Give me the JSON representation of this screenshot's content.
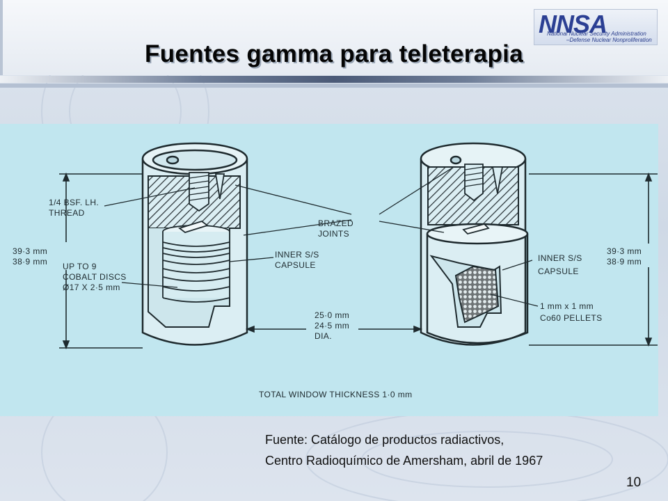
{
  "slide": {
    "title": "Fuentes gamma para teleterapia",
    "page_number": "10"
  },
  "logo": {
    "mark": "NNSA",
    "line1": "National Nuclear Security Administration",
    "line2": "–Defense Nuclear Nonproliferation"
  },
  "figure": {
    "labels": {
      "thread_1": "1/4 BSF. LH.",
      "thread_2": "THREAD",
      "left_height_1": "39·3 mm",
      "left_height_2": "38·9 mm",
      "discs_1": "UP TO 9",
      "discs_2": "COBALT DISCS",
      "discs_3": "Ø17 X 2·5 mm",
      "brazed_1": "BRAZED",
      "brazed_2": "JOINTS",
      "inner_left_1": "INNER S/S",
      "inner_left_2": "CAPSULE",
      "inner_right_1": "INNER S/S",
      "inner_right_2": "CAPSULE",
      "right_height_1": "39·3 mm",
      "right_height_2": "38·9 mm",
      "pellets_1": "1 mm x 1 mm",
      "pellets_2": "Co60 PELLETS",
      "dia_1": "25·0 mm",
      "dia_2": "24·5 mm",
      "dia_3": "DIA.",
      "window": "TOTAL WINDOW THICKNESS 1·0 mm"
    }
  },
  "caption": {
    "line1": "Fuente: Catálogo de productos radiactivos,",
    "line2": "Centro Radioquímico de Amersham, abril de 1967"
  },
  "colors": {
    "figure_background": "#c1e6ef",
    "ink": "#1e2a2e",
    "logo_blue": "#2b3f93"
  }
}
